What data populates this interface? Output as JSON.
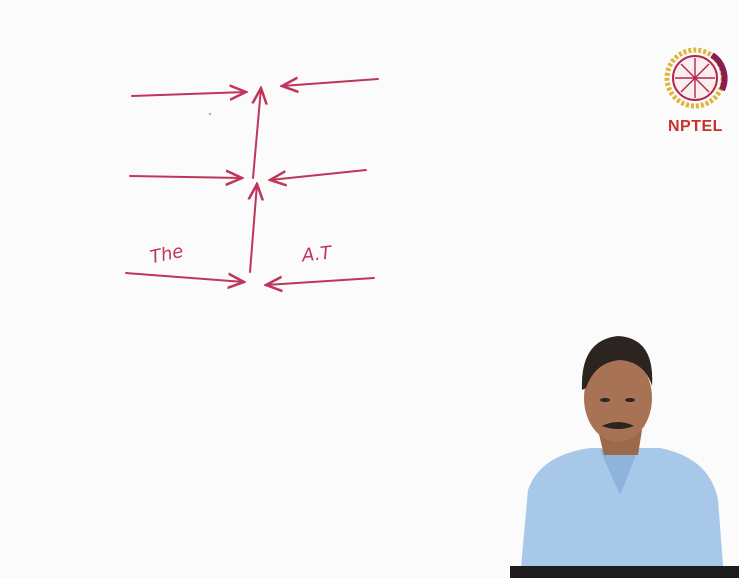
{
  "board": {
    "ink_color": "#c03658",
    "background": "#fbfbfb",
    "left_label": "The",
    "right_label": "A.T"
  },
  "logo": {
    "name": "NPTEL",
    "icon": "nptel-wheel-logo"
  },
  "presenter": {
    "description": "presenter-video-inset"
  }
}
